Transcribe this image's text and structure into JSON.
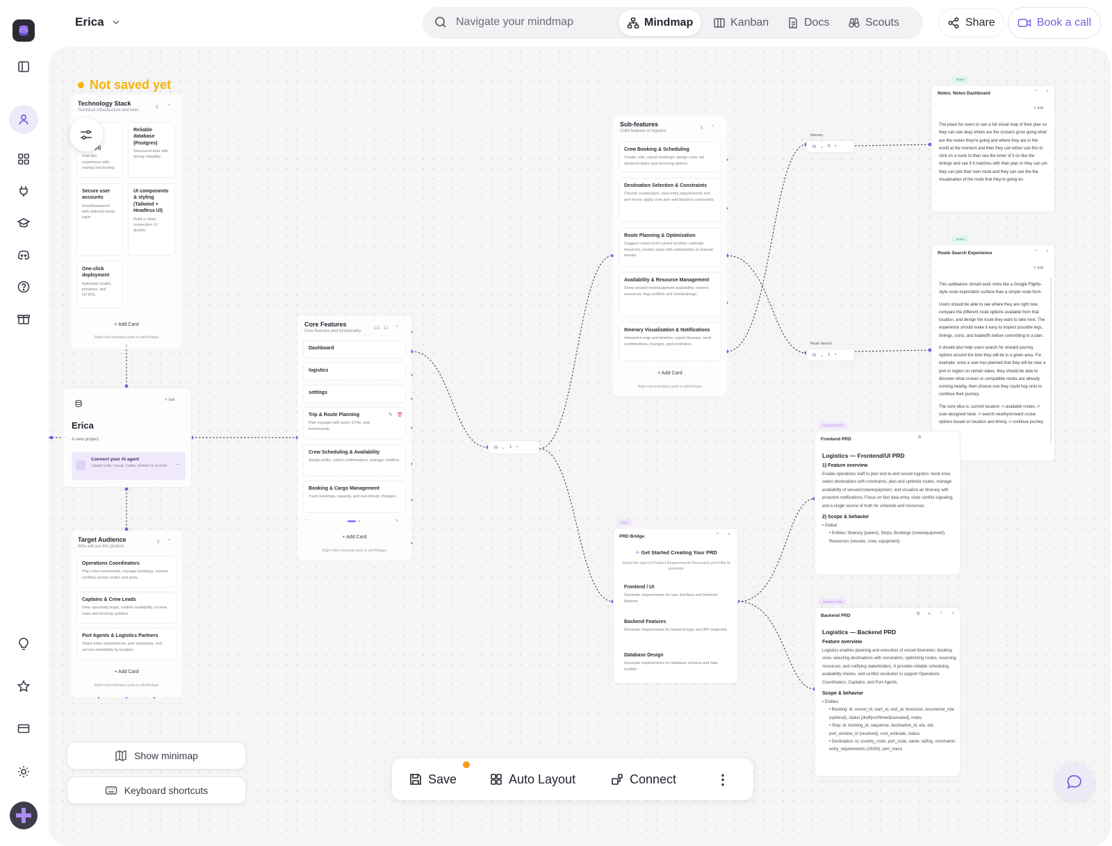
{
  "header": {
    "project_name": "Erica",
    "search_placeholder": "Navigate your mindmap",
    "tabs": [
      {
        "label": "Mindmap"
      },
      {
        "label": "Kanban"
      },
      {
        "label": "Docs"
      },
      {
        "label": "Scouts"
      }
    ],
    "share_label": "Share",
    "book_label": "Book a call"
  },
  "sidebar": {
    "icons": [
      "panel-toggle-icon",
      "user-icon",
      "grid-icon",
      "plug-icon",
      "graduation-cap-icon",
      "discord-icon",
      "help-icon",
      "gift-icon",
      "lightbulb-icon",
      "star-icon",
      "billing-card-icon",
      "theme-sun-icon"
    ]
  },
  "canvas": {
    "status": "Not saved yet",
    "tech_stack": {
      "title": "Technology Stack",
      "subtitle": "Technical infrastructure and tools",
      "count": "5",
      "cards": [
        {
          "title": "...script)",
          "desc": "Fast dev experience with routing and tooling."
        },
        {
          "title": "Reliable database (Postgres)",
          "desc": "Structured data with strong reliability."
        },
        {
          "title": "Secure user accounts",
          "desc": "Email/password with optional social login."
        },
        {
          "title": "UI components & styling (Tailwind + Headless UI)",
          "desc": "Build a clean, responsive UI quickly."
        },
        {
          "title": "One-click deployment",
          "desc": "Automatic builds, previews, and HTTPS."
        }
      ],
      "add_card": "+ Add Card",
      "hint": "Right-click individual cards to add Bridges"
    },
    "project_card": {
      "name": "Erica",
      "subtitle": "A new project",
      "edit": "Edit",
      "agent_title": "Connect your AI agent",
      "agent_desc": "Claude Code, Cursor, Codex, Gemini CLI & more"
    },
    "target_audience": {
      "title": "Target Audience",
      "subtitle": "Who will use this product",
      "count": "3",
      "cards": [
        {
          "title": "Operations Coordinators",
          "desc": "Plan crew movements, manage bookings, resolve conflicts across routes and ports."
        },
        {
          "title": "Captains & Crew Leads",
          "desc": "View upcoming stops, confirm availability, receive route and booking updates."
        },
        {
          "title": "Port Agents & Logistics Partners",
          "desc": "Share entry requirements, port schedules, and service availability by location."
        }
      ],
      "add_card": "+ Add Card",
      "hint": "Right-click individual cards to add Bridges"
    },
    "core_features": {
      "title": "Core Features",
      "subtitle": "Core features and functionality",
      "count": "1/2 · 12",
      "cards": [
        {
          "title": "Dashboard",
          "desc": ""
        },
        {
          "title": "logistics",
          "desc": ""
        },
        {
          "title": "settings",
          "desc": ""
        },
        {
          "title": "Trip & Route Planning",
          "desc": "Plan voyages with ports, ETAs, and turnarounds."
        },
        {
          "title": "Crew Scheduling & Availability",
          "desc": "Assign shifts, collect confirmations, manage conflicts."
        },
        {
          "title": "Booking & Cargo Management",
          "desc": "Track bookings, capacity, and last-minute changes."
        }
      ],
      "add_card": "+ Add Card",
      "hint": "Right-click individual cards to add Bridges"
    },
    "bridge_node": {
      "count": "1"
    },
    "sub_features": {
      "title": "Sub-features",
      "subtitle": "Child features of logistics",
      "count": "5",
      "cards": [
        {
          "title": "Crew Booking & Scheduling",
          "desc": "Create, edit, cancel bookings; assign crew; set start/end dates and recurring options."
        },
        {
          "title": "Destination Selection & Constraints",
          "desc": "Choose country/port, view entry requirements and port hours; apply crew size and blackout constraints."
        },
        {
          "title": "Route Planning & Optimization",
          "desc": "Suggest routes from current location; estimate time/cost; reorder stops with optimization or manual tweaks."
        },
        {
          "title": "Availability & Resource Management",
          "desc": "Show vessel/crew/equipment availability; reserve resources; flag conflicts and overbookings."
        },
        {
          "title": "Itinerary Visualization & Notifications",
          "desc": "Interactive map and timeline; export itinerary; send confirmations, changes, and reminders."
        }
      ],
      "add_card": "+ Add Card",
      "hint": "Right-click individual cards to add Bridges"
    },
    "itinerary_node": {
      "label": "Itinerary",
      "count": "0"
    },
    "route_search_node": {
      "label": "Route Search",
      "count": "1"
    },
    "notes_dashboard": {
      "tag": "Notes",
      "title": "Notes: Notes Dashboard",
      "edit": "Edit",
      "body": "The place for users to see a full visual map of their plan so they can see okay where are the cruisers grow going what are the routes they're going and where they are in the world at the moment and then they can either use this to click on a route to then see the tuner of it on like the timings and see if it matches with their plan or they can um they can plot their own route and they can see the the visualisation of the route that they're going on."
    },
    "route_search_note": {
      "tag": "Notes",
      "title": "Route Search Experience",
      "edit": "Edit",
      "paragraphs": [
        "This subfeature should work more like a Google Flights-style route exploration surface than a simple route form.",
        "Users should be able to see where they are right now, compare the different route options available from that location, and design the route they want to take next. The experience should make it easy to inspect possible legs, timings, costs, and tradeoffs before committing to a plan.",
        "It should also help users search for onward journey options around the time they will be in a given area. For example: once a user has planned that they will be near a port or region on certain dates, they should be able to discover what cruises or compatible routes are already running nearby, then choose one they could hop onto to continue their journey.",
        "The core idea is: current location -> available routes -> user-designed route -> search nearby/onward cruise options based on location and timing -> continue journey"
      ]
    },
    "prd_bridge": {
      "tag": "PRD",
      "title": "PRD Bridge",
      "heading": "Get Started Creating Your PRD",
      "sub": "Select the type of Product Requirements Document you'd like to generate",
      "options": [
        {
          "title": "Frontend / UI",
          "desc": "Generate requirements for user interface and frontend features"
        },
        {
          "title": "Backend Features",
          "desc": "Generate requirements for backend logic and API endpoints"
        },
        {
          "title": "Database Design",
          "desc": "Generate requirements for database schema and data models"
        }
      ]
    },
    "frontend_prd": {
      "tag": "Frontend PRD",
      "title": "Frontend PRD",
      "heading": "Logistics — Frontend/UI PRD",
      "s1": "1) Feature overview",
      "p1": "Enable operations staff to plan end-to-end vessel logistics: book crew, select destinations with constraints, plan and optimize routes, manage availability of vessels/crew/equipment, and visualize an itinerary with proactive notifications. Focus on fast data entry, clear conflict signaling, and a single source of truth for schedule and resources.",
      "s2": "2) Scope & behavior",
      "b1": "Global",
      "b2": "Entities: Itinerary (parent), Stops, Bookings (crew/equipment), Resources (vessels, crew, equipment)."
    },
    "backend_prd": {
      "tag": "Backend PRD",
      "title": "Backend PRD",
      "heading": "Logistics — Backend PRD",
      "s1": "Feature overview",
      "p1": "Logistics enables planning and execution of vessel itineraries: booking crew, selecting destinations with constraints, optimizing routes, reserving resources, and notifying stakeholders. It provides reliable scheduling, availability checks, and conflict resolution to support Operations Coordinators, Captains, and Port Agents.",
      "s2": "Scope & behavior",
      "b1": "Entities",
      "b2": "Booking: id, vessel_id, start_at, end_at, timezone, recurrence_rule (optional), status [draft|confirmed|canceled], notes.",
      "b3": "Stop: id, booking_id, sequence, destination_id, eta, etd, port_window_id (resolved), cost_estimate, status.",
      "b4": "Destination: id, country_code, port_code, name, lat/lng, constraints: entry_requirements (JSON), port_hours"
    },
    "show_minimap": "Show minimap",
    "keyboard_shortcuts": "Keyboard shortcuts",
    "toolbar": {
      "save": "Save",
      "auto_layout": "Auto Layout",
      "connect": "Connect"
    }
  },
  "colors": {
    "accent": "#7c5ce0",
    "warning": "#f5b300",
    "canvas_bg": "#f5f5f6",
    "wire": "#2e2e3a",
    "notes_tag": "#2fb36b",
    "prd_tag": "#b58cf0"
  }
}
